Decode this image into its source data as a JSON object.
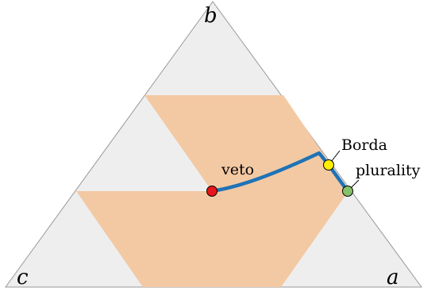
{
  "diagram": {
    "vertices": {
      "top": "b",
      "bottom_left": "c",
      "bottom_right": "a"
    },
    "points": [
      {
        "id": "veto",
        "label": "veto",
        "color": "#e8161c"
      },
      {
        "id": "borda",
        "label": "Borda",
        "color": "#ffee00"
      },
      {
        "id": "plurality",
        "label": "plurality",
        "color": "#86c06a"
      }
    ],
    "colors": {
      "triangle_fill": "#eeeeee",
      "triangle_stroke": "#999999",
      "region_fill": "#f3c9a3",
      "path_stroke": "#1f73b6"
    }
  }
}
